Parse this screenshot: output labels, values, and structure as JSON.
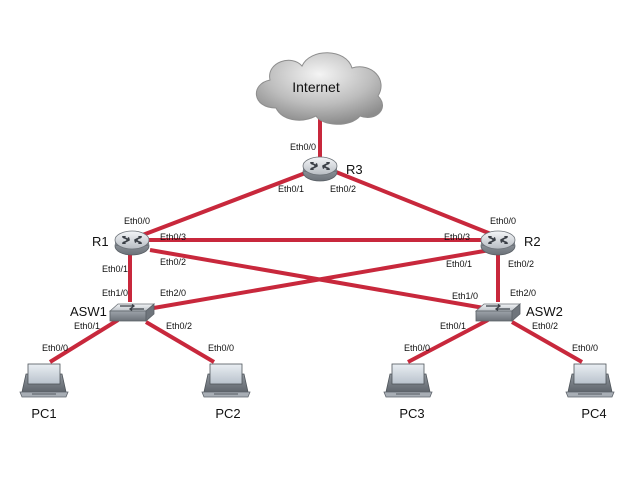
{
  "cloud": {
    "label": "Internet",
    "port": "Eth0/0"
  },
  "routers": {
    "r3": {
      "label": "R3",
      "ports": {
        "eth0_1": "Eth0/1",
        "eth0_2": "Eth0/2"
      }
    },
    "r1": {
      "label": "R1",
      "ports": {
        "eth0_0": "Eth0/0",
        "eth0_3": "Eth0/3",
        "eth0_2": "Eth0/2",
        "eth0_1": "Eth0/1"
      }
    },
    "r2": {
      "label": "R2",
      "ports": {
        "eth0_0": "Eth0/0",
        "eth0_3": "Eth0/3",
        "eth0_1": "Eth0/1",
        "eth0_2": "Eth0/2"
      }
    }
  },
  "switches": {
    "asw1": {
      "label": "ASW1",
      "ports": {
        "eth1_0": "Eth1/0",
        "eth2_0": "Eth2/0",
        "eth0_1": "Eth0/1",
        "eth0_2": "Eth0/2"
      }
    },
    "asw2": {
      "label": "ASW2",
      "ports": {
        "eth1_0": "Eth1/0",
        "eth2_0": "Eth2/0",
        "eth0_1": "Eth0/1",
        "eth0_2": "Eth0/2"
      }
    }
  },
  "pcs": {
    "pc1": {
      "label": "PC1",
      "port": "Eth0/0"
    },
    "pc2": {
      "label": "PC2",
      "port": "Eth0/0"
    },
    "pc3": {
      "label": "PC3",
      "port": "Eth0/0"
    },
    "pc4": {
      "label": "PC4",
      "port": "Eth0/0"
    }
  },
  "colors": {
    "link": "#c8283c",
    "device_body": "#8a8f96",
    "cloud": "#9a9a9a"
  },
  "icons": {
    "cloud": "cloud-icon",
    "router": "router-icon",
    "switch": "switch-icon",
    "pc": "pc-icon"
  }
}
